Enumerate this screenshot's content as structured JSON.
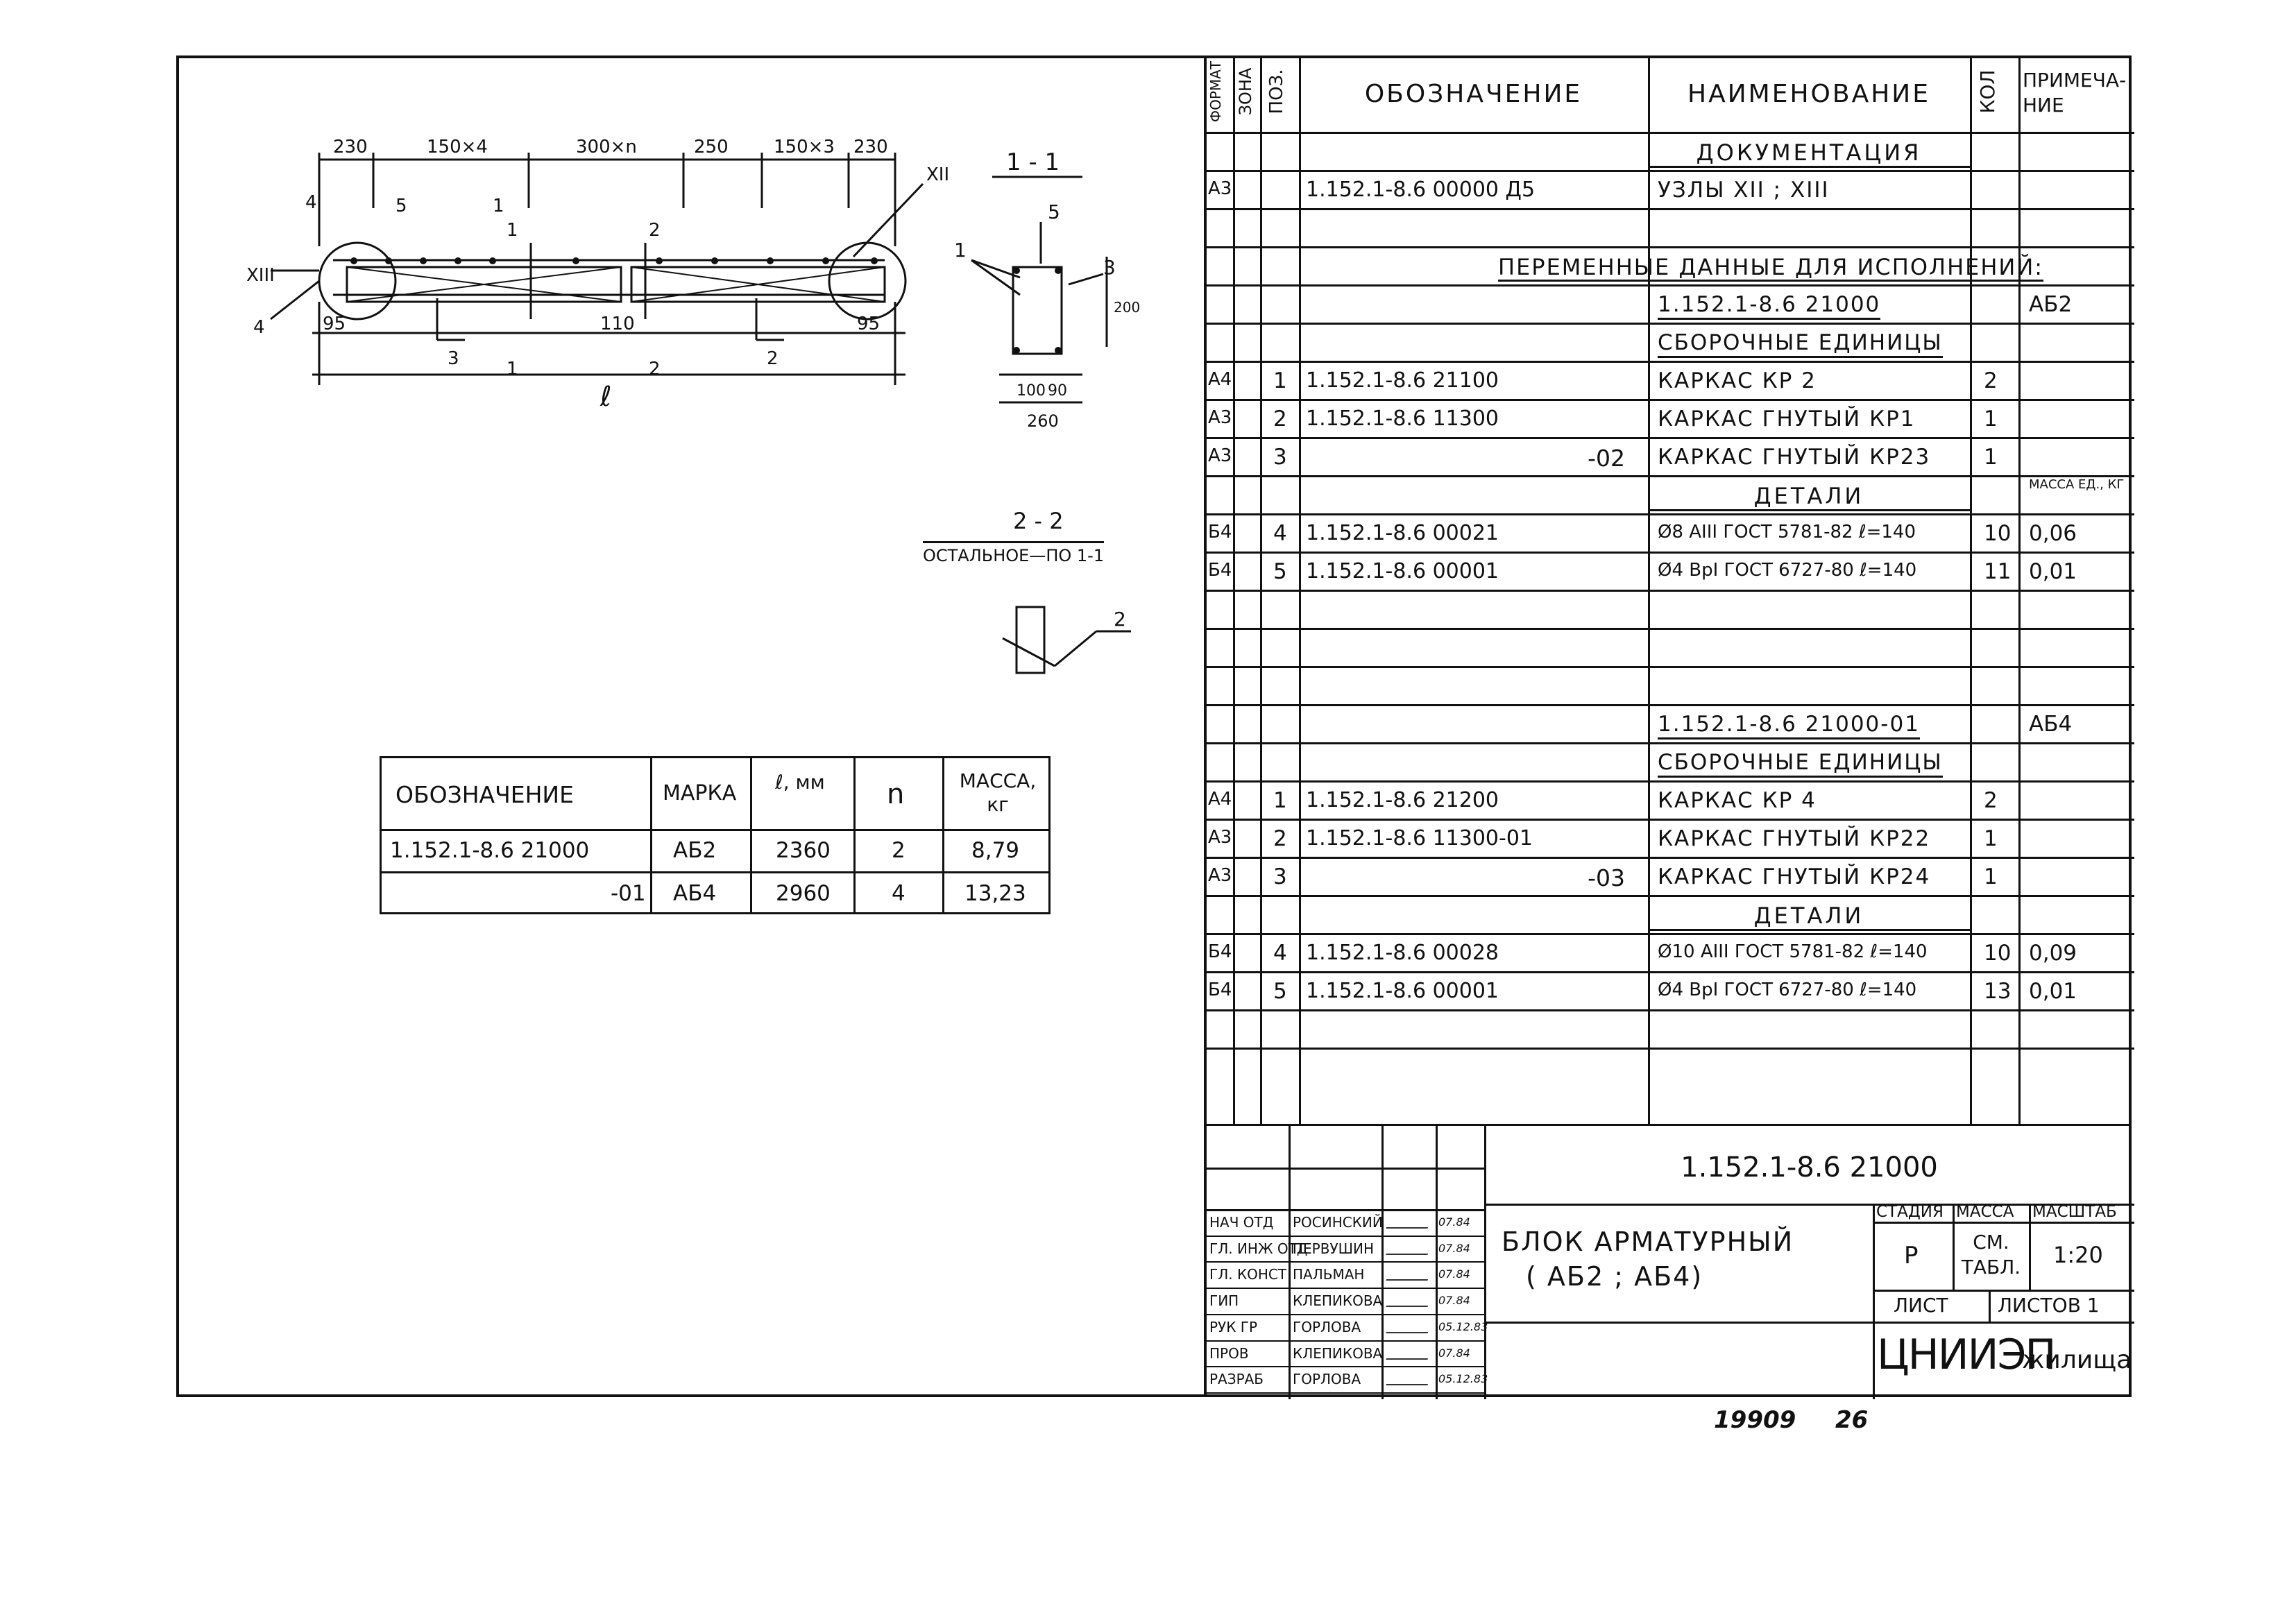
{
  "drawing": {
    "dims_top": [
      "230",
      "150×4",
      "300×n",
      "250",
      "150×3",
      "230"
    ],
    "dims_bottom": [
      "95",
      "110",
      "95"
    ],
    "length_label": "ℓ",
    "node_left": "XIII",
    "node_right": "XII",
    "callouts_left": [
      "4",
      "5",
      "1",
      "4"
    ],
    "callouts_inside": [
      "3",
      "2"
    ],
    "sections": [
      "1",
      "1",
      "2",
      "2"
    ],
    "section_11": {
      "title": "1 - 1",
      "callouts": [
        "5",
        "1",
        "3"
      ],
      "height_dim": "200",
      "dims": [
        "100",
        "90",
        "260"
      ]
    },
    "section_22": {
      "title": "2 - 2",
      "subtitle": "ОСТАЛЬНОЕ—ПО 1-1",
      "callout": "2"
    }
  },
  "mass_table": {
    "headers": [
      "ОБОЗНАЧЕНИЕ",
      "МАРКА",
      "ℓ, мм",
      "n",
      "МАССА, кг"
    ],
    "rows": [
      [
        "1.152.1-8.6  21000",
        "АБ2",
        "2360",
        "2",
        "8,79"
      ],
      [
        "-01",
        "АБ4",
        "2960",
        "4",
        "13,23"
      ]
    ]
  },
  "spec": {
    "headers": {
      "format": "ФОРМАТ",
      "zone": "ЗОНА",
      "pos": "ПОЗ.",
      "designation": "ОБОЗНАЧЕНИЕ",
      "name": "НАИМЕНОВАНИЕ",
      "qty": "КОЛ",
      "note": "ПРИМЕЧА-НИЕ"
    },
    "rows": [
      {
        "fmt": "",
        "pos": "",
        "des": "",
        "name": "ДОКУМЕНТАЦИЯ",
        "qty": "",
        "note": "",
        "style": "section"
      },
      {
        "fmt": "А3",
        "pos": "",
        "des": "1.152.1-8.6 00000 Д5",
        "name": "УЗЛЫ  XII ; XIII",
        "qty": "",
        "note": ""
      },
      {
        "fmt": "",
        "pos": "",
        "des": "",
        "name": "",
        "qty": "",
        "note": ""
      },
      {
        "fmt": "",
        "pos": "",
        "des": "ПЕРЕМЕННЫЕ ДАННЫЕ ДЛЯ ИСПОЛНЕНИЙ:",
        "name": "",
        "qty": "",
        "note": "",
        "style": "span"
      },
      {
        "fmt": "",
        "pos": "",
        "des": "",
        "name": "1.152.1-8.6  21000",
        "qty": "",
        "note": "АБ2",
        "style": "ul"
      },
      {
        "fmt": "",
        "pos": "",
        "des": "",
        "name": "СБОРОЧНЫЕ  ЕДИНИЦЫ",
        "qty": "",
        "note": "",
        "style": "ul"
      },
      {
        "fmt": "А4",
        "pos": "1",
        "des": "1.152.1-8.6  21100",
        "name": "КАРКАС  КР 2",
        "qty": "2",
        "note": ""
      },
      {
        "fmt": "А3",
        "pos": "2",
        "des": "1.152.1-8.6  11300",
        "name": "КАРКАС  ГНУТЫЙ  КР1",
        "qty": "1",
        "note": ""
      },
      {
        "fmt": "А3",
        "pos": "3",
        "des": "-02",
        "name": "КАРКАС  ГНУТЫЙ  КР23",
        "qty": "1",
        "note": "",
        "desRight": true
      },
      {
        "fmt": "",
        "pos": "",
        "des": "",
        "name": "ДЕТАЛИ",
        "qty": "",
        "note": "МАССА ЕД., КГ",
        "style": "section"
      },
      {
        "fmt": "Б4",
        "pos": "4",
        "des": "1.152.1-8.6  00021",
        "name": "Ø8 АIII  ГОСТ 5781-82  ℓ=140",
        "qty": "10",
        "note": "0,06"
      },
      {
        "fmt": "Б4",
        "pos": "5",
        "des": "1.152.1-8.6  00001",
        "name": "Ø4 ВрI  ГОСТ 6727-80  ℓ=140",
        "qty": "11",
        "note": "0,01"
      },
      {
        "fmt": "",
        "pos": "",
        "des": "",
        "name": "",
        "qty": "",
        "note": ""
      },
      {
        "fmt": "",
        "pos": "",
        "des": "",
        "name": "",
        "qty": "",
        "note": ""
      },
      {
        "fmt": "",
        "pos": "",
        "des": "",
        "name": "",
        "qty": "",
        "note": ""
      },
      {
        "fmt": "",
        "pos": "",
        "des": "",
        "name": "1.152.1-8.6  21000-01",
        "qty": "",
        "note": "АБ4",
        "style": "ul"
      },
      {
        "fmt": "",
        "pos": "",
        "des": "",
        "name": "СБОРОЧНЫЕ  ЕДИНИЦЫ",
        "qty": "",
        "note": "",
        "style": "ul"
      },
      {
        "fmt": "А4",
        "pos": "1",
        "des": "1.152.1-8.6  21200",
        "name": "КАРКАС  КР 4",
        "qty": "2",
        "note": ""
      },
      {
        "fmt": "А3",
        "pos": "2",
        "des": "1.152.1-8.6  11300-01",
        "name": "КАРКАС  ГНУТЫЙ  КР22",
        "qty": "1",
        "note": ""
      },
      {
        "fmt": "А3",
        "pos": "3",
        "des": "-03",
        "name": "КАРКАС  ГНУТЫЙ  КР24",
        "qty": "1",
        "note": "",
        "desRight": true
      },
      {
        "fmt": "",
        "pos": "",
        "des": "",
        "name": "ДЕТАЛИ",
        "qty": "",
        "note": "",
        "style": "section"
      },
      {
        "fmt": "Б4",
        "pos": "4",
        "des": "1.152.1-8.6   00028",
        "name": "Ø10 АIII  ГОСТ 5781-82  ℓ=140",
        "qty": "10",
        "note": "0,09"
      },
      {
        "fmt": "Б4",
        "pos": "5",
        "des": "1.152.1-8.6   00001",
        "name": "Ø4 ВрI  ГОСТ 6727-80  ℓ=140",
        "qty": "13",
        "note": "0,01"
      },
      {
        "fmt": "",
        "pos": "",
        "des": "",
        "name": "",
        "qty": "",
        "note": ""
      }
    ]
  },
  "title_block": {
    "doc_number": "1.152.1-8.6  21000",
    "title_line1": "БЛОК  АРМАТУРНЫЙ",
    "title_line2": "( АБ2 ;  АБ4)",
    "stage_header": "СТАДИЯ",
    "mass_header": "МАССА",
    "scale_header": "МАСШТАБ",
    "stage": "Р",
    "mass": "СМ. ТАБЛ.",
    "scale": "1:20",
    "sheet_label": "ЛИСТ",
    "sheets_label": "ЛИСТОВ 1",
    "org": "ЦНИИЭП",
    "org_suffix": "жилища",
    "signatures": [
      {
        "role": "НАЧ ОТД",
        "name": "РОСИНСКИЙ",
        "date": "07.84"
      },
      {
        "role": "ГЛ. ИНЖ ОТД",
        "name": "ПЕРВУШИН",
        "date": "07.84"
      },
      {
        "role": "ГЛ. КОНСТ",
        "name": "ПАЛЬМАН",
        "date": "07.84"
      },
      {
        "role": "ГИП",
        "name": "КЛЕПИКОВА",
        "date": "07.84"
      },
      {
        "role": "РУК ГР",
        "name": "ГОРЛОВА",
        "date": "05.12.83"
      },
      {
        "role": "ПРОВ",
        "name": "КЛЕПИКОВА",
        "date": "07.84"
      },
      {
        "role": "РАЗРАБ",
        "name": "ГОРЛОВА",
        "date": "05.12.83"
      }
    ]
  },
  "footer": {
    "archive_no": "19909",
    "page": "26"
  }
}
